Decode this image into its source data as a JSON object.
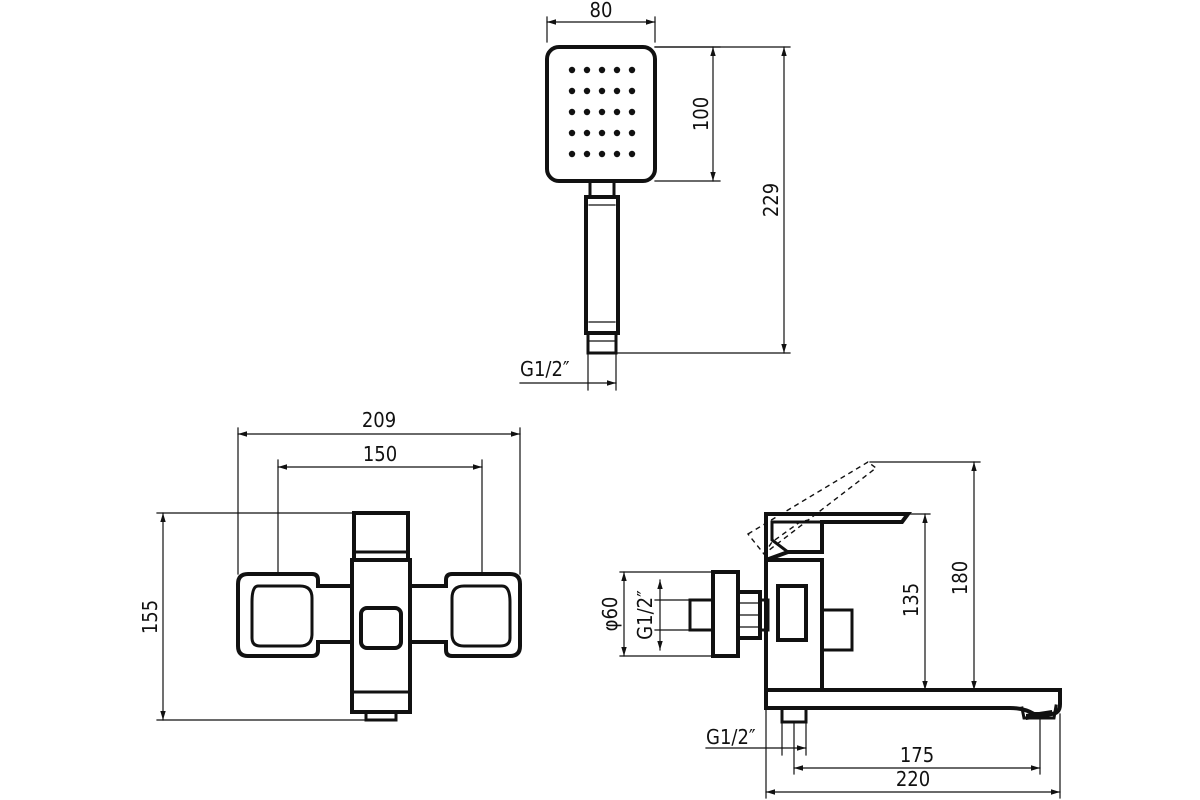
{
  "hand_shower": {
    "width_label": "80",
    "head_height_label": "100",
    "total_height_label": "229",
    "thread_label": "G1/2″",
    "nozzle_grid": {
      "rows": 5,
      "cols": 5
    }
  },
  "front_view": {
    "overall_width_label": "209",
    "center_distance_label": "150",
    "height_label": "155"
  },
  "side_view": {
    "diameter_label": "φ60",
    "inlet_thread_label": "G1/2″",
    "spout_height_label": "135",
    "overall_height_label": "180",
    "outlet_thread_label": "G1/2″",
    "spout_reach_label": "175",
    "overall_length_label": "220"
  }
}
